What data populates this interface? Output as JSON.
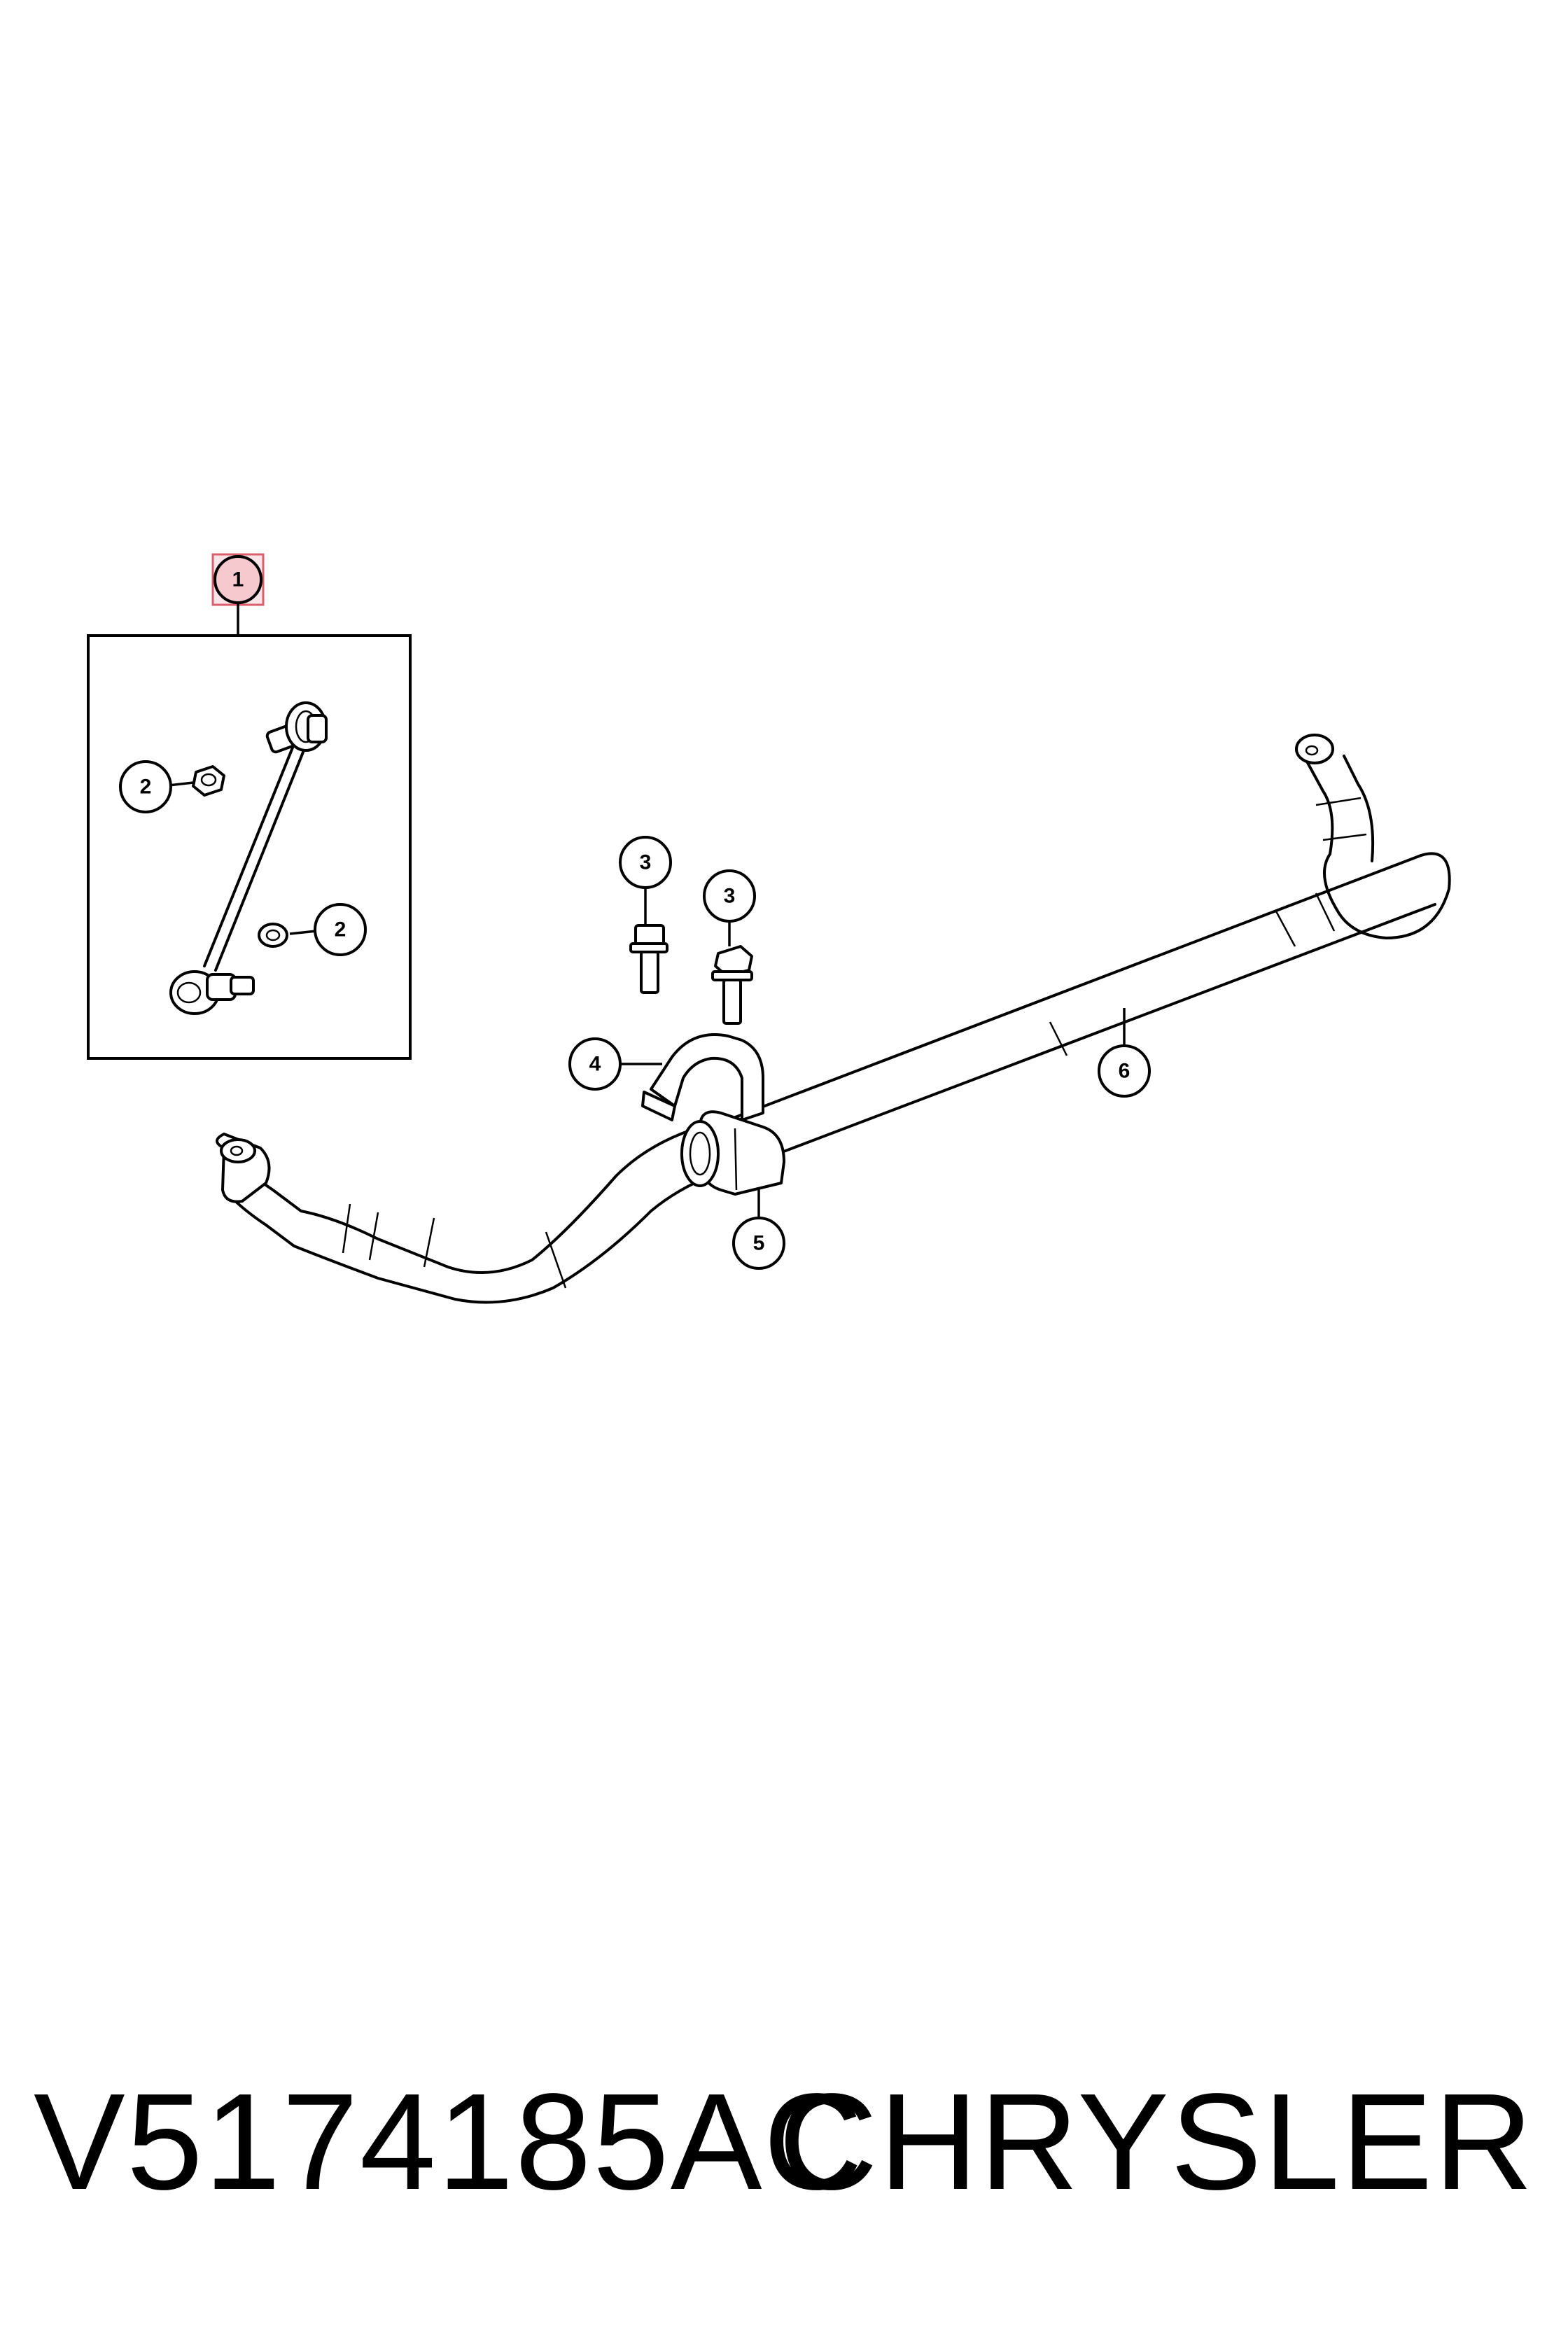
{
  "callouts": [
    {
      "id": "1",
      "label": "1",
      "highlight": "#e8a0a8"
    },
    {
      "id": "2a",
      "label": "2"
    },
    {
      "id": "2b",
      "label": "2"
    },
    {
      "id": "3a",
      "label": "3"
    },
    {
      "id": "3b",
      "label": "3"
    },
    {
      "id": "4",
      "label": "4"
    },
    {
      "id": "5",
      "label": "5"
    },
    {
      "id": "6",
      "label": "6"
    }
  ],
  "footer": {
    "part_number": "V5174185AC",
    "brand": "CHRYSLER"
  }
}
